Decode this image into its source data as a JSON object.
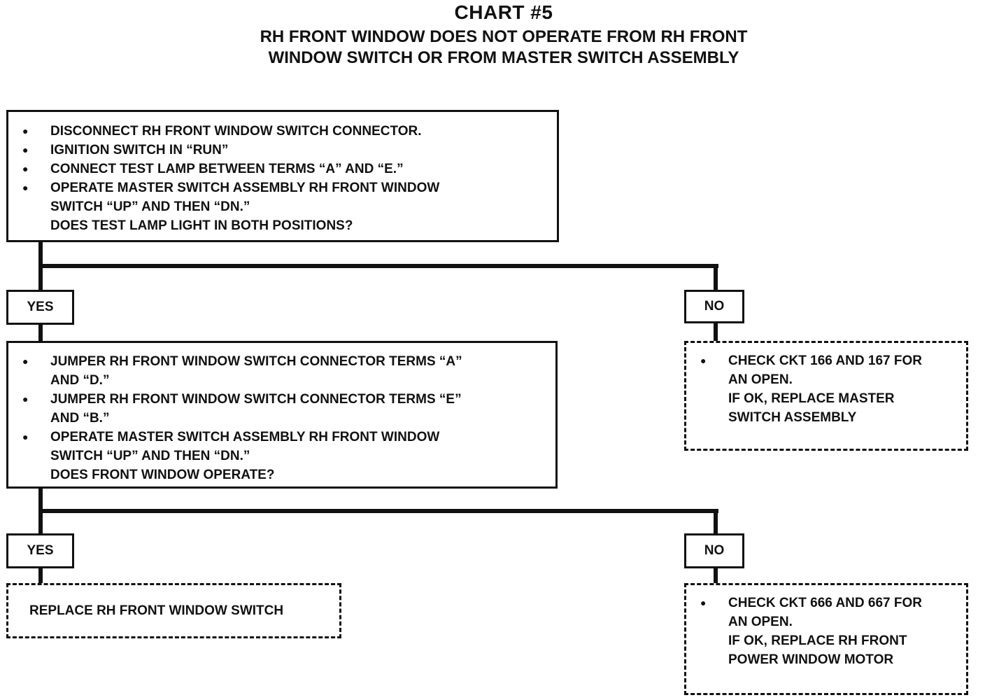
{
  "chart": {
    "title": "CHART #5",
    "subtitle_line1": "RH FRONT WINDOW DOES NOT OPERATE FROM RH FRONT",
    "subtitle_line2": "WINDOW SWITCH OR FROM MASTER SWITCH ASSEMBLY"
  },
  "step1": {
    "items": [
      "DISCONNECT RH FRONT WINDOW SWITCH CONNECTOR.",
      "IGNITION SWITCH IN “RUN”",
      "CONNECT TEST LAMP BETWEEN TERMS “A” AND “E.”",
      "OPERATE MASTER SWITCH ASSEMBLY RH FRONT WINDOW"
    ],
    "item4_cont": "SWITCH “UP” AND THEN “DN.”",
    "question": "DOES TEST LAMP LIGHT IN BOTH POSITIONS?"
  },
  "branch1": {
    "yes_label": "YES",
    "no_label": "NO",
    "no_result": {
      "item": "CHECK CKT 166 AND 167 FOR",
      "line2": "AN OPEN.",
      "line3": "IF OK, REPLACE MASTER",
      "line4": "SWITCH ASSEMBLY"
    }
  },
  "step2": {
    "item1": "JUMPER RH FRONT WINDOW SWITCH CONNECTOR TERMS “A”",
    "item1_cont": "AND “D.”",
    "item2": "JUMPER RH FRONT WINDOW SWITCH CONNECTOR TERMS “E”",
    "item2_cont": "AND “B.”",
    "item3": "OPERATE MASTER SWITCH ASSEMBLY RH FRONT WINDOW",
    "item3_cont": "SWITCH “UP” AND THEN “DN.”",
    "question": "DOES FRONT WINDOW OPERATE?"
  },
  "branch2": {
    "yes_label": "YES",
    "no_label": "NO",
    "yes_result": "REPLACE RH FRONT WINDOW SWITCH",
    "no_result": {
      "item": "CHECK CKT 666 AND 667 FOR",
      "line2": "AN OPEN.",
      "line3": "IF OK, REPLACE RH FRONT",
      "line4": "POWER WINDOW MOTOR"
    }
  }
}
